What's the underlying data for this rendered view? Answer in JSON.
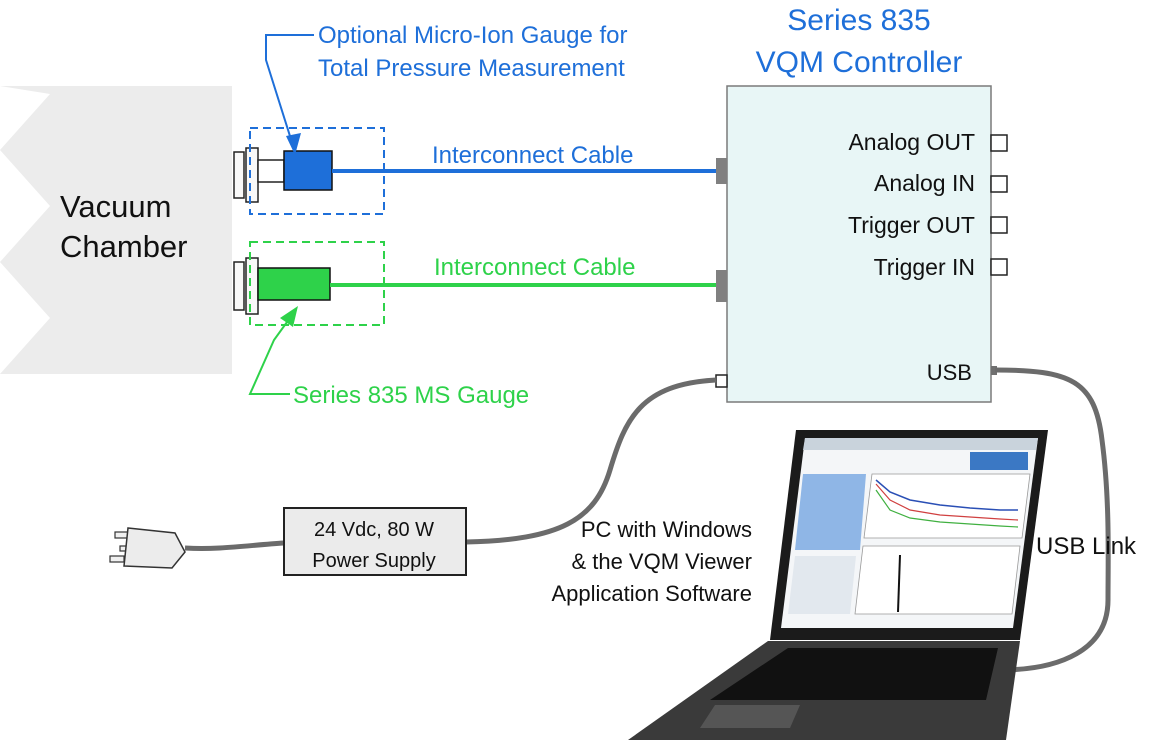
{
  "chamber": {
    "line1": "Vacuum",
    "line2": "Chamber"
  },
  "controller": {
    "title_line1": "Series 835",
    "title_line2": "VQM Controller",
    "ports": [
      "Analog OUT",
      "Analog IN",
      "Trigger OUT",
      "Trigger IN"
    ],
    "usb_label": "USB"
  },
  "micro_ion": {
    "line1": "Optional Micro-Ion Gauge for",
    "line2": "Total Pressure Measurement"
  },
  "ms_gauge": {
    "label": "Series 835 MS Gauge"
  },
  "cables": {
    "blue_label": "Interconnect Cable",
    "green_label": "Interconnect Cable"
  },
  "power_supply": {
    "line1": "24 Vdc, 80 W",
    "line2": "Power Supply"
  },
  "pc": {
    "line1": "PC with Windows",
    "line2": "& the VQM Viewer",
    "line3": "Application Software"
  },
  "usb_link": {
    "label": "USB Link"
  },
  "colors": {
    "blue": "#1e6fd9",
    "green": "#2ed24a",
    "controller_fill": "#e8f6f6",
    "cable_gray": "#6b6b6b",
    "chamber_fill": "#ececec"
  }
}
